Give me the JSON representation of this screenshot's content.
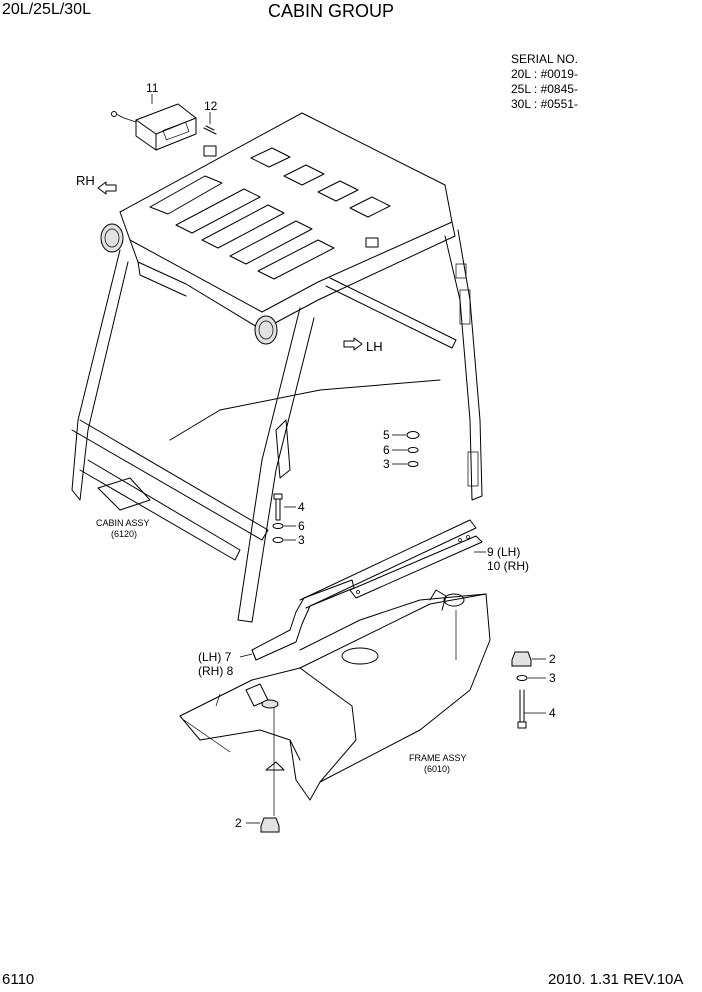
{
  "header": {
    "model": "20L/25L/30L",
    "title": "CABIN GROUP"
  },
  "serial": {
    "heading": "SERIAL NO.",
    "lines": [
      "20L : #0019-",
      "25L : #0845-",
      "30L : #0551-"
    ]
  },
  "directions": {
    "rh": "RH",
    "lh": "LH"
  },
  "assemblies": {
    "cabin": {
      "name": "CABIN ASSY",
      "ref": "(6120)"
    },
    "frame": {
      "name": "FRAME ASSY",
      "ref": "(6010)"
    }
  },
  "callouts": {
    "c11": "11",
    "c12": "12",
    "c5": "5",
    "c6a": "6",
    "c3a": "3",
    "c4a": "4",
    "c6b": "6",
    "c3b": "3",
    "c9": "9 (LH)",
    "c10": "10 (RH)",
    "c7": "(LH) 7",
    "c8": "(RH) 8",
    "c2a": "2",
    "c3c": "3",
    "c4b": "4",
    "c2b": "2"
  },
  "footer": {
    "page": "6110",
    "revision": "2010. 1.31  REV.10A"
  }
}
